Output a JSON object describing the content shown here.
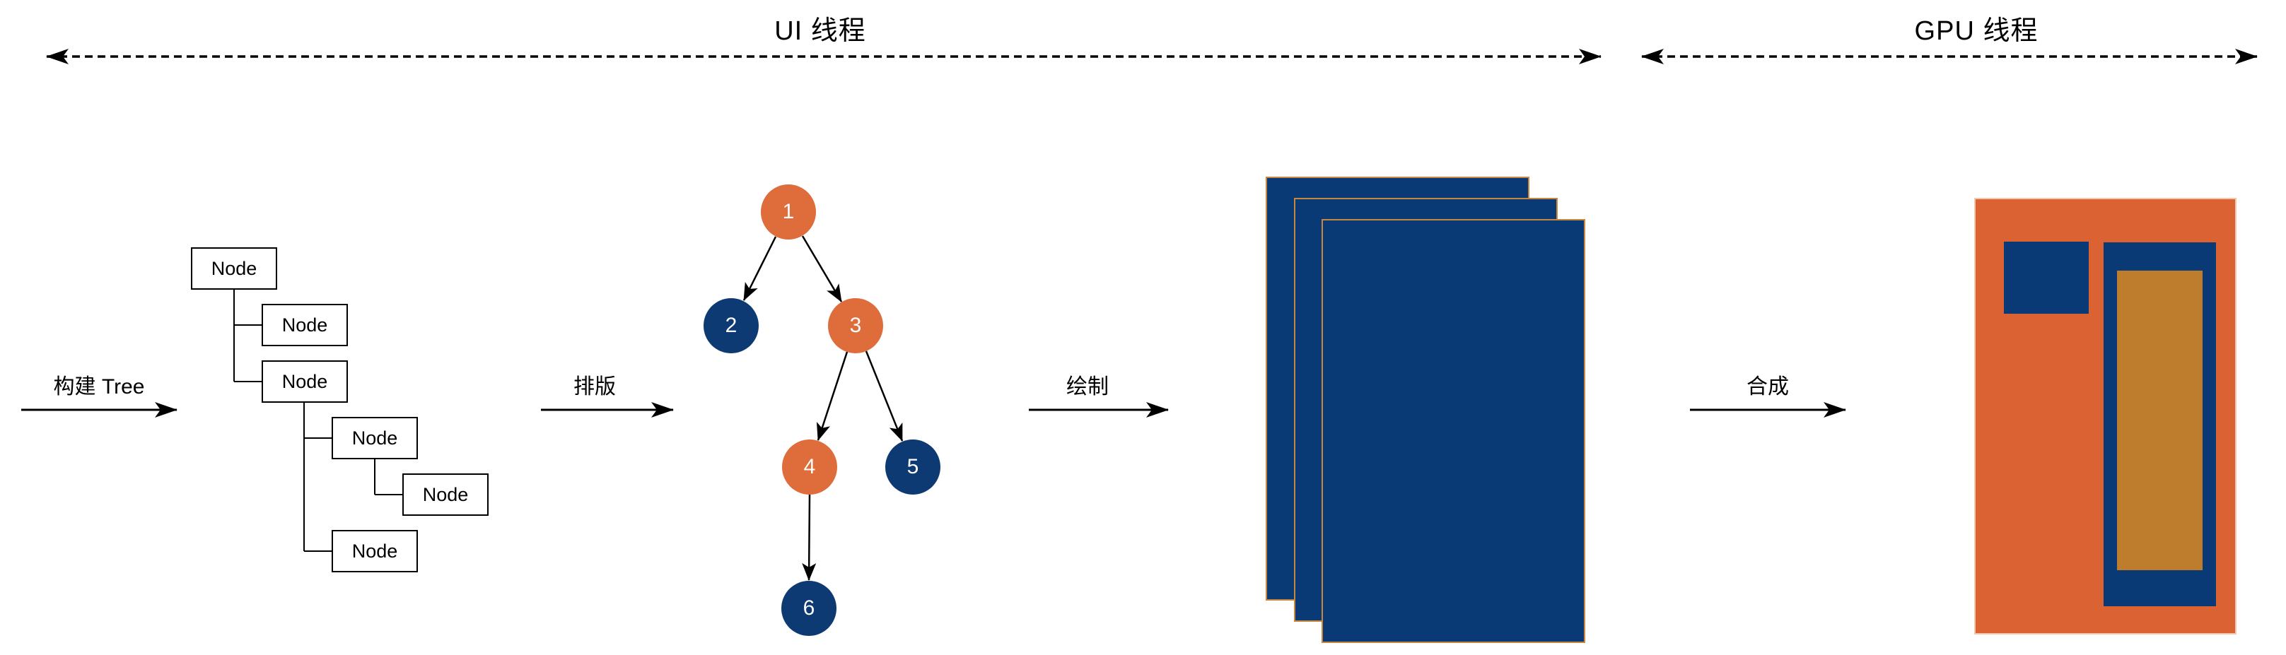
{
  "threads": {
    "ui": {
      "label": "UI 线程"
    },
    "gpu": {
      "label": "GPU 线程"
    }
  },
  "phases": {
    "build": {
      "label": "构建 Tree"
    },
    "layout": {
      "label": "排版"
    },
    "paint": {
      "label": "绘制"
    },
    "composite": {
      "label": "合成"
    }
  },
  "node_tree": {
    "nodes": [
      {
        "label": "Node"
      },
      {
        "label": "Node"
      },
      {
        "label": "Node"
      },
      {
        "label": "Node"
      },
      {
        "label": "Node"
      },
      {
        "label": "Node"
      }
    ]
  },
  "layout_tree": {
    "circles": [
      {
        "label": "1",
        "color": "#DF6C3B"
      },
      {
        "label": "2",
        "color": "#0E3A73"
      },
      {
        "label": "3",
        "color": "#DF6C3B"
      },
      {
        "label": "4",
        "color": "#DF6C3B"
      },
      {
        "label": "5",
        "color": "#0E3A73"
      },
      {
        "label": "6",
        "color": "#0E3A73"
      }
    ]
  },
  "layers": {
    "count": 3,
    "fill_color": "#093A76",
    "border_color": "#C9873D"
  },
  "composited_frame": {
    "background_color": "#DB6233",
    "block_color": "#093A76",
    "content_color": "#BE7D2C"
  },
  "arrows": {
    "ui_thread_span": "double-headed dashed arrow",
    "gpu_thread_span": "double-headed dashed arrow",
    "flow_style": "solid right arrow"
  }
}
